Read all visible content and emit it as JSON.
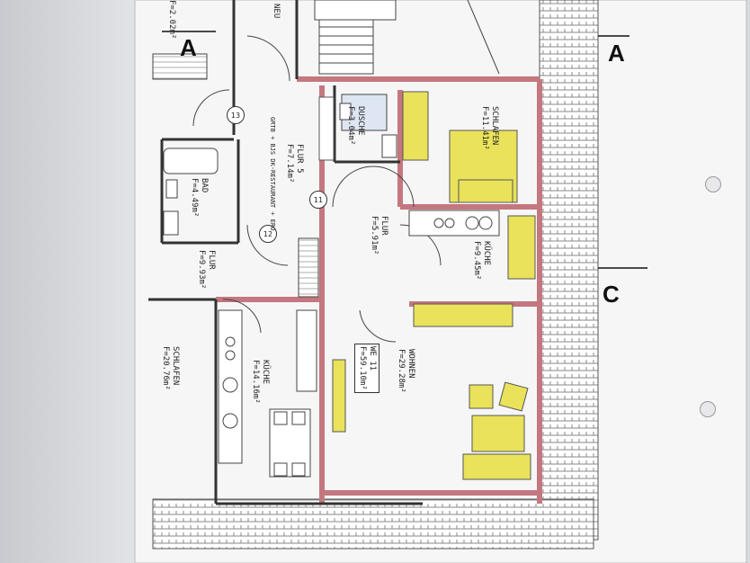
{
  "rooms": {
    "schlafen_right": {
      "name": "SCHLAFEN",
      "area": "F=11.41m²"
    },
    "dusche": {
      "name": "DUSCHE",
      "area": "F=3.04m²"
    },
    "flur5": {
      "name": "FLUR 5",
      "area": "F=7.14m²"
    },
    "flur_mid": {
      "name": "FLUR",
      "area": "F=5.91m²"
    },
    "kueche_right": {
      "name": "KÜCHE",
      "area": "F=9.45m²"
    },
    "bad": {
      "name": "BAD",
      "area": "F=4.49m²"
    },
    "flur_left": {
      "name": "FLUR",
      "area": "F=9.93m²"
    },
    "wohnen": {
      "name": "WOHNEN",
      "area": "F=29.28m²"
    },
    "we11": {
      "name": "WE 11",
      "area": "F=59.10m²"
    },
    "kueche_left": {
      "name": "KÜCHE",
      "area": "F=14.16m²"
    },
    "schlafen_left": {
      "name": "SCHLAFEN",
      "area": "F=20.76m²"
    },
    "top_left": {
      "area": "F=2.02m²"
    },
    "top_neu": {
      "name": "NEU"
    }
  },
  "doors": [
    "11",
    "12",
    "13"
  ],
  "sections": {
    "a": "A",
    "c": "C"
  },
  "notes": {
    "flur5_note": "GRTB + BJS DK-RESTAURANT + ERO"
  },
  "colors": {
    "wall_red": "#c4777f",
    "furniture_yellow": "#e9e25a",
    "hatch": "#9a9a9a"
  }
}
